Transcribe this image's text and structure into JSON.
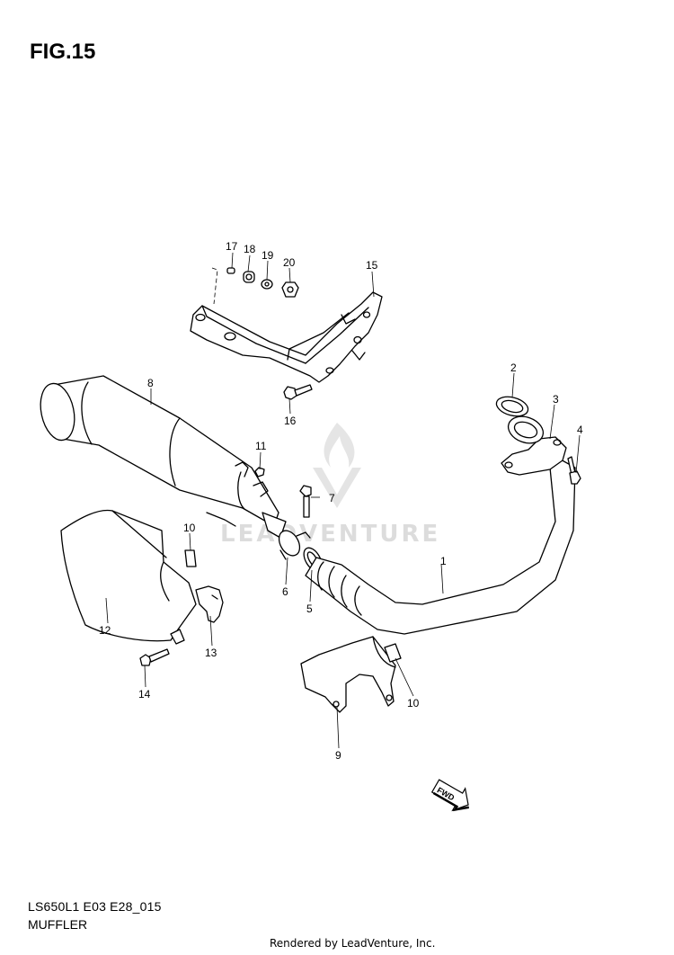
{
  "figure": {
    "title": "FIG.15",
    "code": "LS650L1 E03 E28_015",
    "name": "MUFFLER",
    "credit": "Rendered by LeadVenture, Inc."
  },
  "watermark": {
    "text": "LEADVENTURE",
    "color": "#d9d9d9"
  },
  "callouts": {
    "c1": "1",
    "c2": "2",
    "c3": "3",
    "c4": "4",
    "c5": "5",
    "c6": "6",
    "c7": "7",
    "c8": "8",
    "c9": "9",
    "c10a": "10",
    "c10b": "10",
    "c11": "11",
    "c12": "12",
    "c13": "13",
    "c14": "14",
    "c15": "15",
    "c16": "16",
    "c17": "17",
    "c18": "18",
    "c19": "19",
    "c20": "20"
  },
  "fwd_badge": "FWD"
}
